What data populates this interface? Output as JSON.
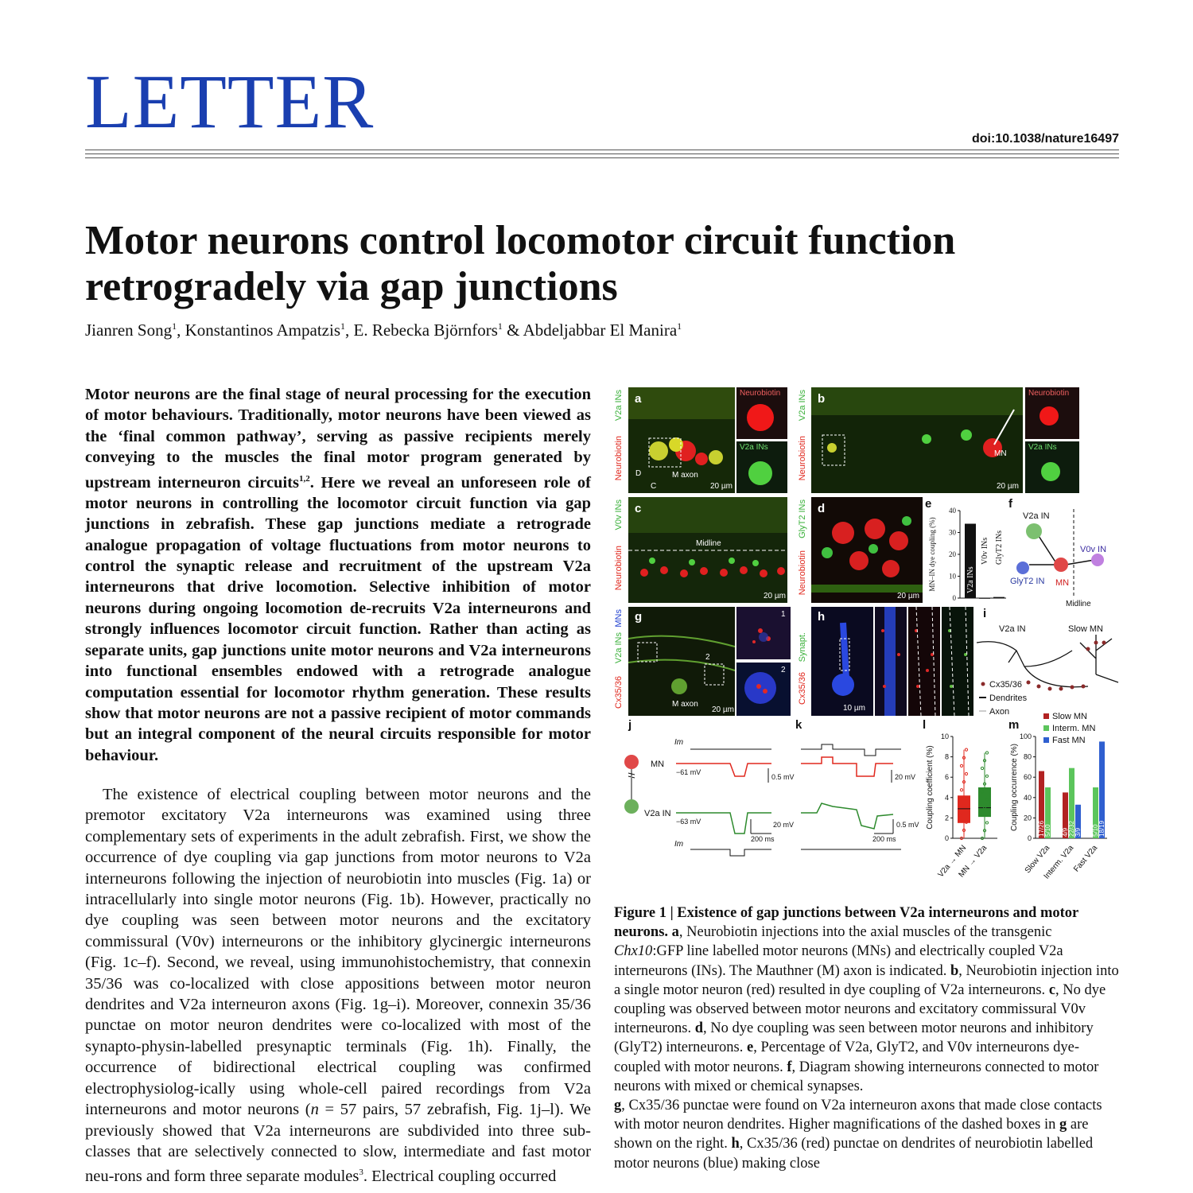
{
  "header": {
    "journal_section": "LETTER",
    "doi": "doi:10.1038/nature16497"
  },
  "title": {
    "line1": "Motor neurons control locomotor circuit function",
    "line2": "retrogradely via gap junctions"
  },
  "authors": {
    "a1": "Jianren Song",
    "a2": "Konstantinos Ampatzis",
    "a3": "E. Rebecka Björnfors",
    "a4": "Abdeljabbar El Manira",
    "sep1": ", ",
    "sep2": ", ",
    "sep3": " & ",
    "aff": "1"
  },
  "abstract": {
    "text1": "Motor neurons are the final stage of neural processing for the execution of motor behaviours. Traditionally, motor neurons have been viewed as the ‘final common pathway’, serving as passive recipients merely conveying to the muscles the final motor program generated by upstream interneuron circuits",
    "ref1": "1,2",
    "text2": ". Here we reveal an unforeseen role of motor neurons in controlling the locomotor circuit function via gap junctions in zebrafish. These gap junctions mediate a retrograde analogue propagation of voltage fluctuations from motor neurons to control the synaptic release and recruitment of the upstream V2a interneurons that drive locomotion. Selective inhibition of motor neurons during ongoing locomotion de-recruits V2a interneurons and strongly influences locomotor circuit function. Rather than acting as separate units, gap junctions unite motor neurons and V2a interneurons into functional ensembles endowed with a retrograde analogue computation essential for locomotor rhythm generation. These results show that motor neurons are not a passive recipient of motor commands but an integral component of the neural circuits responsible for motor behaviour."
  },
  "body": {
    "text1": "The existence of electrical coupling between motor neurons and the premotor excitatory V2a interneurons was examined using three complementary sets of experiments in the adult zebrafish. First, we show the occurrence of dye coupling via gap junctions from motor neurons to V2a interneurons following the injection of neurobiotin into muscles (Fig. 1a) or intracellularly into single motor neurons (Fig. 1b). However, practically no dye coupling was seen between motor neurons and the excitatory commissural (V0v) interneurons or the inhibitory glycinergic interneurons (Fig. 1c–f). Second, we reveal, using immunohistochemistry, that connexin 35/36 was co-localized with close appositions between motor neuron dendrites and V2a interneuron axons (Fig. 1g–i). Moreover, connexin 35/36 punctae on motor neuron dendrites were co-localized with most of the synapto-physin-labelled presynaptic terminals (Fig. 1h). Finally, the occurrence of bidirectional electrical coupling was confirmed electrophysiolog-ically using whole-cell paired recordings from V2a interneurons and motor neurons (",
    "n_italic": "n",
    "text2": " = 57 pairs, 57 zebrafish, Fig. 1j–l). We previously showed that V2a interneurons are subdivided into three sub-classes that are selectively connected to slow, intermediate and fast motor neu-rons and form three separate modules",
    "ref": "3",
    "text3": ". Electrical coupling occurred"
  },
  "caption": {
    "heading": "Figure 1 | Existence of gap junctions between V2a interneurons and motor neurons.",
    "a_label": "a",
    "a_text1": ", Neurobiotin injections into the axial muscles of the transgenic ",
    "a_italic": "Chx10",
    "a_text2": ":GFP line labelled motor neurons (MNs) and electrically coupled V2a interneurons (INs). The Mauthner (M) axon is indicated.",
    "b_label": "b",
    "b_text": ", Neurobiotin injection into a single motor neuron (red) resulted in dye coupling of V2a interneurons.",
    "c_label": "c",
    "c_text": ", No dye coupling was observed between motor neurons and excitatory commissural V0v interneurons.",
    "d_label": "d",
    "d_text": ", No dye coupling was seen between motor neurons and inhibitory (GlyT2) interneurons.",
    "e_label": "e",
    "e_text": ", Percentage of V2a, GlyT2, and V0v interneurons dye-coupled with motor neurons.",
    "f_label": "f",
    "f_text": ", Diagram showing interneurons connected to motor neurons with mixed or chemical synapses.",
    "g_label": "g",
    "g_text1": ", Cx35/36 punctae were found on V2a interneuron axons that made close contacts with motor neuron dendrites. Higher magnifications of the dashed boxes in ",
    "g_bold": "g",
    "g_text2": " are shown on the right.",
    "h_label": "h",
    "h_text": ", Cx35/36 (red) punctae on dendrites of neurobiotin labelled motor neurons (blue) making close"
  },
  "figure": {
    "panel_letters": [
      "a",
      "b",
      "c",
      "d",
      "e",
      "f",
      "g",
      "h",
      "i",
      "j",
      "k",
      "l",
      "m"
    ],
    "a": {
      "side_green": "V2a INs",
      "side_red": "Neurobiotin",
      "inset_top": "Neurobiotin",
      "inset_bottom": "V2a INs",
      "axon": "M axon",
      "scale": "20 µm",
      "D": "D",
      "C": "C"
    },
    "b": {
      "side_green": "V2a INs",
      "side_red": "Neurobiotin",
      "inset_top": "Neurobiotin",
      "inset_bottom": "V2a INs",
      "mn": "MN",
      "scale": "20 µm"
    },
    "c": {
      "side_green": "V0v INs",
      "side_red": "Neurobiotin",
      "midline": "Midline",
      "scale": "20 µm"
    },
    "d": {
      "side_green": "GlyT2 INs",
      "side_red": "Neurobiotin",
      "scale": "20 µm"
    },
    "g": {
      "side_blue": "MNs",
      "side_green": "V2a INs",
      "side_red": "Cx35/36",
      "axon": "M axon",
      "scale": "20 µm",
      "box1": "1",
      "box2": "2"
    },
    "h": {
      "side_green": "Synapt.",
      "side_red": "Cx35/36",
      "scale": "10 µm"
    },
    "e_chart": {
      "type": "bar",
      "ylabel": "MN–IN dye coupling (%)",
      "categories": [
        "V2a INs",
        "V0v INs",
        "GlyT2 INs"
      ],
      "values": [
        34,
        0,
        0.5
      ],
      "ylim": [
        0,
        40
      ],
      "yticks": [
        "0",
        "10",
        "20",
        "30",
        "40"
      ],
      "color": "#111111"
    },
    "f": {
      "v2a": "V2a IN",
      "v0v": "V0v IN",
      "mn": "MN",
      "glyt2": "GlyT2 IN",
      "midline": "Midline"
    },
    "i": {
      "v2a": "V2a IN",
      "slow": "Slow MN",
      "legend1": "Cx35/36",
      "legend2": "Dendrites",
      "legend3": "Axon"
    },
    "j": {
      "im_top": "Im",
      "mn": "MN",
      "mn_v": "−61 mV",
      "scale_mn": "0.5 mV",
      "v2a": "V2a IN",
      "v2a_v": "−63 mV",
      "scale_v2a": "20 mV",
      "time": "200 ms",
      "im_bottom": "Im"
    },
    "k": {
      "scale_top": "20 mV",
      "scale_bottom": "0.5 mV",
      "time": "200 ms"
    },
    "l_chart": {
      "type": "box",
      "ylabel": "Coupling coefficient (%)",
      "categories": [
        "V2a → MN",
        "MN → V2a"
      ],
      "yticks": [
        "0",
        "2",
        "4",
        "6",
        "8",
        "10"
      ],
      "ylim": [
        0,
        10
      ],
      "colors": [
        "#e0281e",
        "#2d8a2d"
      ]
    },
    "m_chart": {
      "type": "bar",
      "ylabel": "Coupling occurrence (%)",
      "categories": [
        "Slow V2a",
        "Interm. V2a",
        "Fast V2a"
      ],
      "ylim": [
        0,
        100
      ],
      "yticks": [
        "0",
        "20",
        "40",
        "60",
        "80",
        "100"
      ],
      "series": [
        {
          "name": "Slow MN",
          "color": "#b22222",
          "values": [
            66,
            45,
            null
          ],
          "labels": [
            "17/26",
            "4/9",
            ""
          ]
        },
        {
          "name": "Interm. MN",
          "color": "#5cc55c",
          "values": [
            50,
            69,
            50
          ],
          "labels": [
            "5/10",
            "22/32",
            "5/10"
          ]
        },
        {
          "name": "Fast MN",
          "color": "#2f5fd0",
          "values": [
            null,
            33,
            95
          ],
          "labels": [
            "",
            "3/9",
            "18/19"
          ]
        }
      ]
    }
  }
}
